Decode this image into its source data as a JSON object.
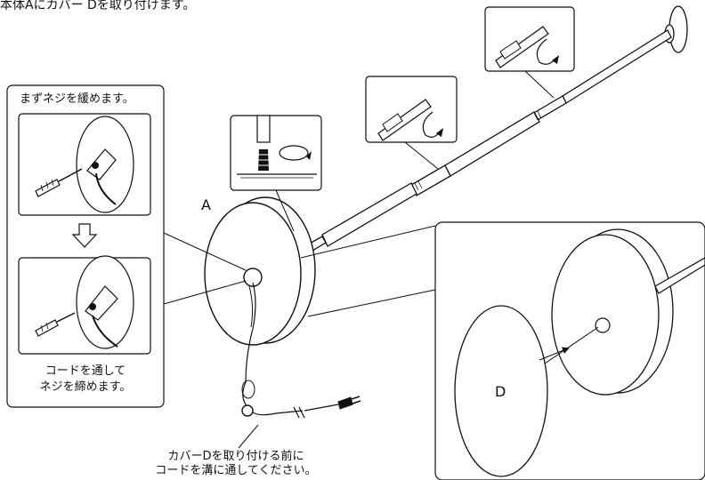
{
  "header": {
    "text": "本体Aにカバー Dを取り付けます。"
  },
  "inset_left": {
    "step1": "まずネジを緩めます。",
    "step2_line1": "コードを通して",
    "step2_line2": "ネジを締めます。"
  },
  "callout": {
    "line1": "カバーDを取り付ける前に",
    "line2": "コードを溝に通してください。"
  },
  "parts": {
    "base": "A",
    "cover": "D"
  },
  "icons": [
    "screwdriver-icon",
    "rotate-arrow-icon",
    "down-arrow-icon",
    "plug-icon"
  ]
}
